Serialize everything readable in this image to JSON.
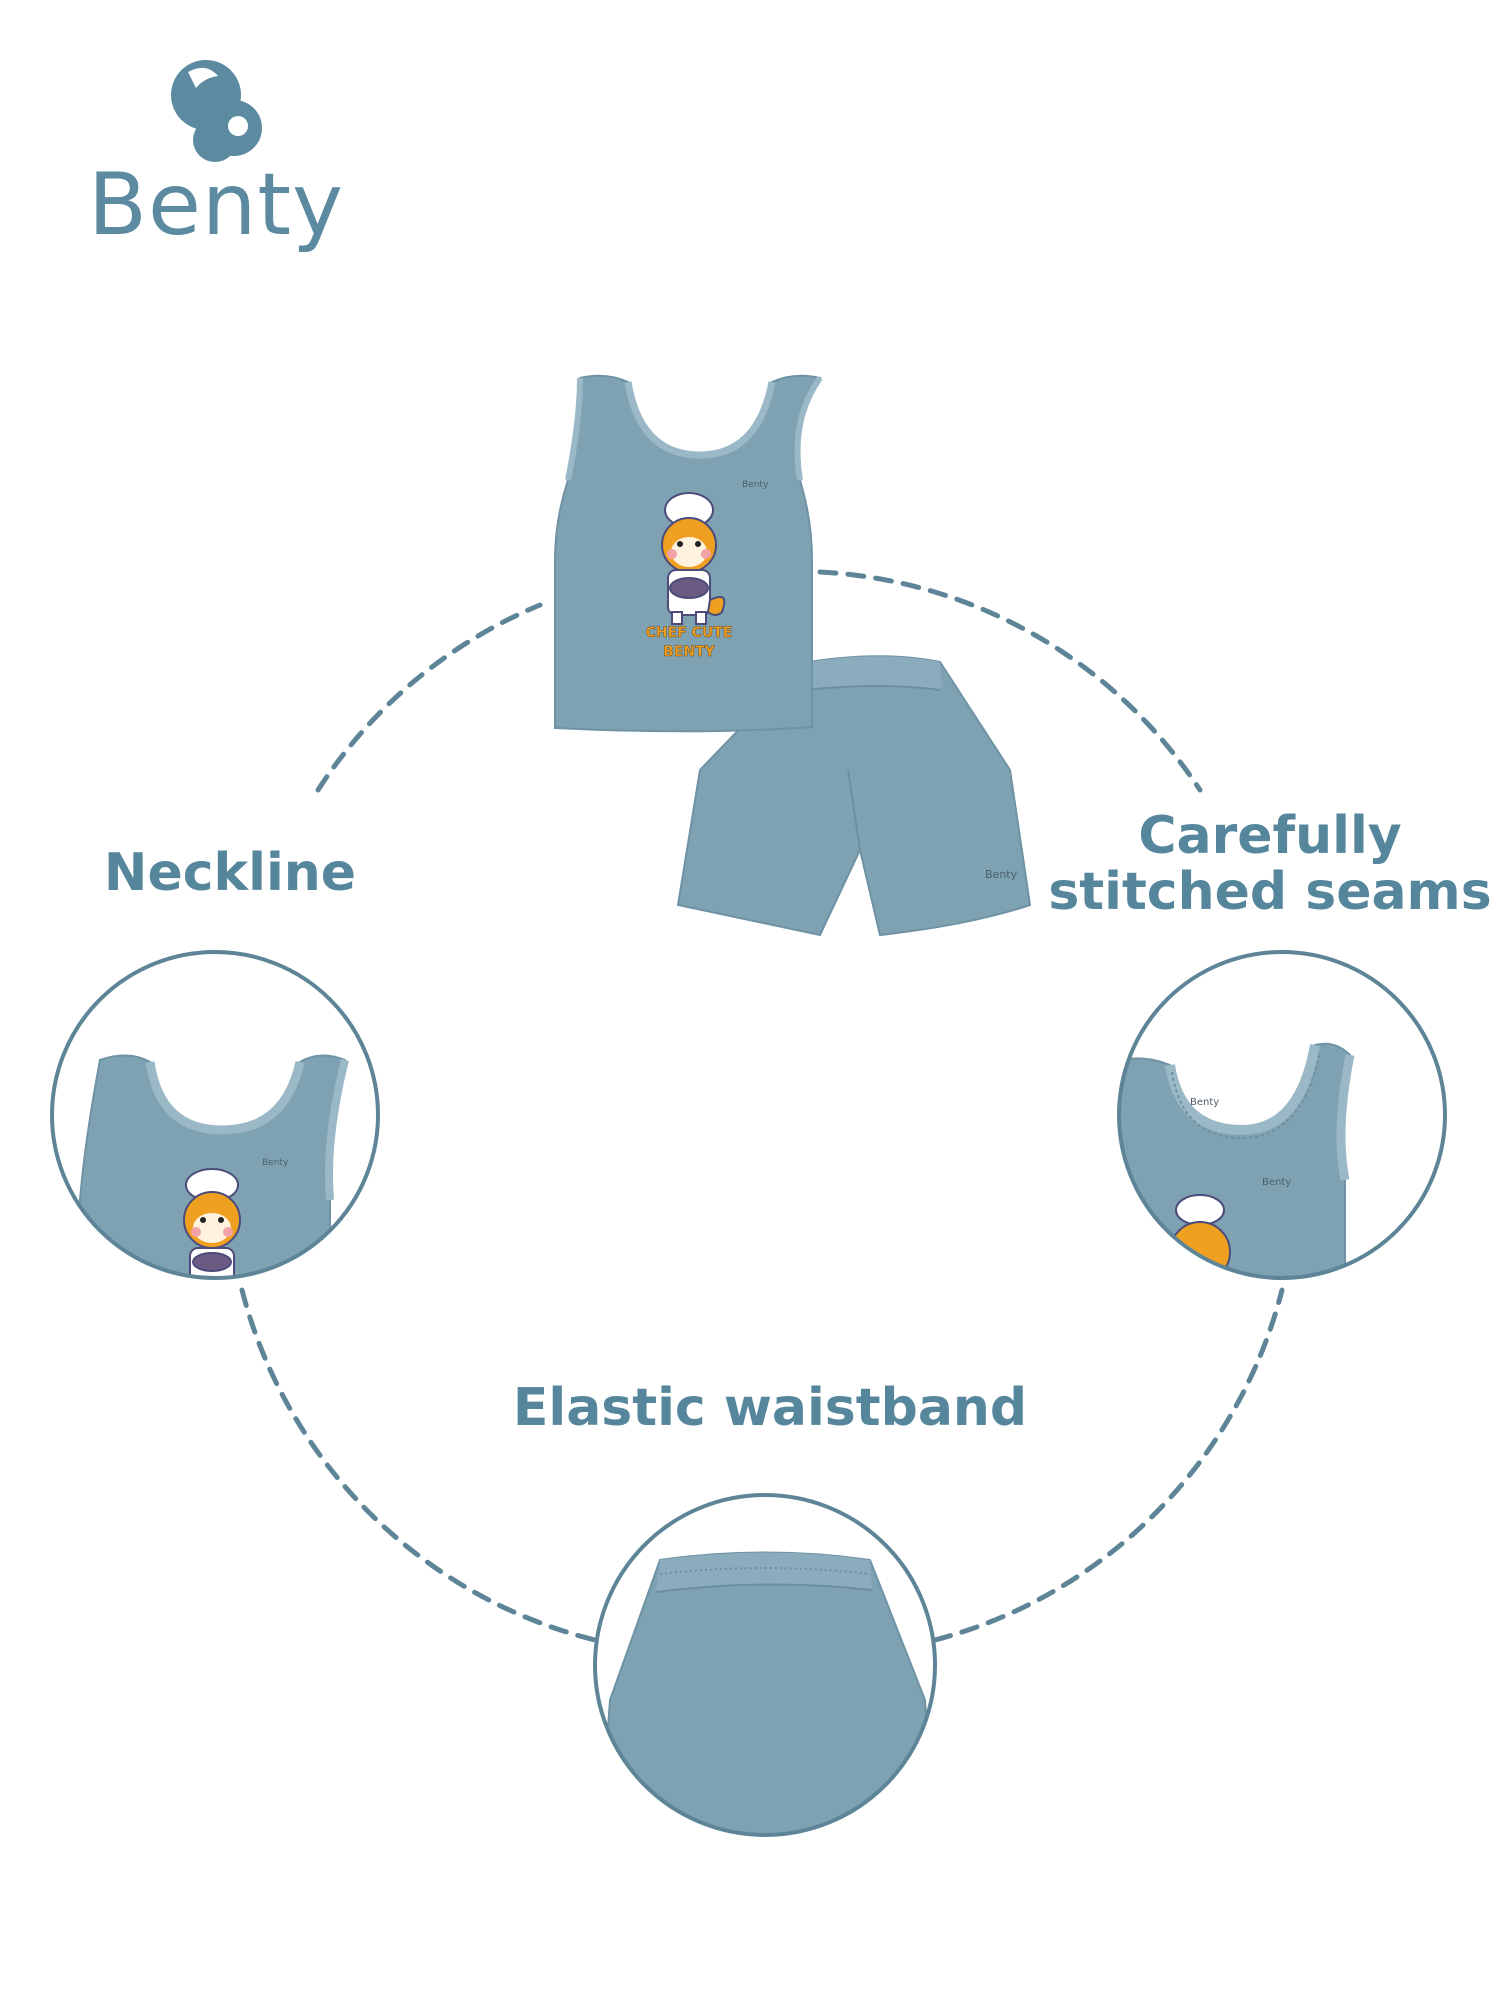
{
  "brand": {
    "name": "Benty",
    "color": "#5c8aa1"
  },
  "product": {
    "print_text": "CHEF CUTE BENTY",
    "tag_text": "Benty",
    "garment_color": "#7fa2b3"
  },
  "features": [
    {
      "label": "Neckline"
    },
    {
      "label_line1": "Carefully",
      "label_line2": "stitched seams"
    },
    {
      "label": "Elastic waistband"
    }
  ],
  "colors": {
    "accent": "#56869c",
    "dashed_ring": "#5d8597",
    "background": "#ffffff",
    "print_orange": "#f0a020"
  }
}
